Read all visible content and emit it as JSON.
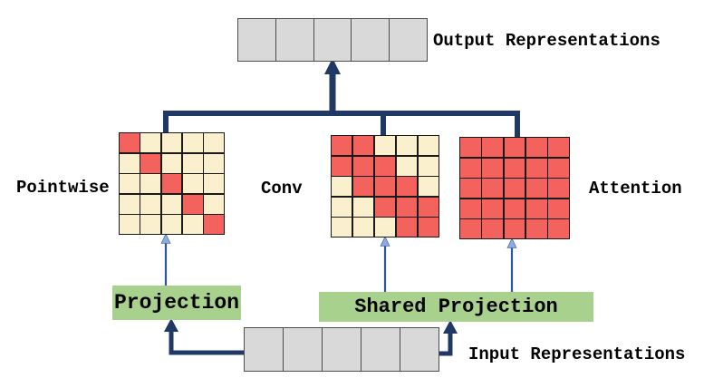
{
  "labels": {
    "output": "Output Representations",
    "input": "Input Representations",
    "projection": "Projection",
    "shared_projection": "Shared Projection"
  },
  "representations": {
    "output_cells": 5,
    "input_cells": 5
  },
  "matrices": [
    {
      "name": "pointwise",
      "label": "Pointwise",
      "pattern": [
        [
          1,
          0,
          0,
          0,
          0
        ],
        [
          0,
          1,
          0,
          0,
          0
        ],
        [
          0,
          0,
          1,
          0,
          0
        ],
        [
          0,
          0,
          0,
          1,
          0
        ],
        [
          0,
          0,
          0,
          0,
          1
        ]
      ]
    },
    {
      "name": "conv",
      "label": "Conv",
      "pattern": [
        [
          1,
          1,
          0,
          0,
          0
        ],
        [
          1,
          1,
          1,
          0,
          0
        ],
        [
          0,
          1,
          1,
          1,
          0
        ],
        [
          0,
          0,
          1,
          1,
          1
        ],
        [
          0,
          0,
          0,
          1,
          1
        ]
      ]
    },
    {
      "name": "attention",
      "label": "Attention",
      "pattern": [
        [
          1,
          1,
          1,
          1,
          1
        ],
        [
          1,
          1,
          1,
          1,
          1
        ],
        [
          1,
          1,
          1,
          1,
          1
        ],
        [
          1,
          1,
          1,
          1,
          1
        ],
        [
          1,
          1,
          1,
          1,
          1
        ]
      ]
    }
  ],
  "colors": {
    "red": "#f4625d",
    "cream": "#fbf0ce",
    "gray-cell": "#d9d9d9",
    "gray-border": "#4d4d4d",
    "green": "#a9d18e",
    "navy": "#1f3864",
    "thin-blue": "#2f5597",
    "thin-head": "#8faadc",
    "matrix-border": "#1a1a1a"
  }
}
